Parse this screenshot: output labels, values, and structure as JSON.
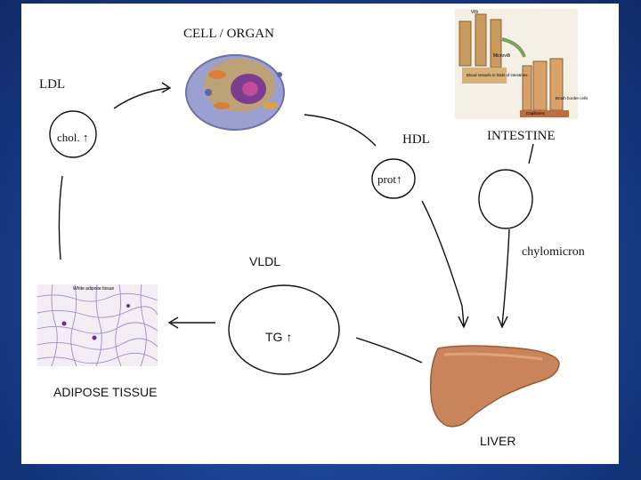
{
  "labels": {
    "cell_organ": "CELL / ORGAN",
    "ldl": "LDL",
    "chol": "chol.",
    "hdl": "HDL",
    "prot": "prot",
    "intestine": "INTESTINE",
    "chylomicron": "chylomicron",
    "vldl": "VLDL",
    "tg": "TG",
    "adipose": "ADIPOSE TISSUE",
    "liver": "LIVER"
  },
  "intestine_image": {
    "villi": "Villi",
    "microvilli": "Microvilli",
    "blood_vessels": "Blood vessels in folds of intestines",
    "brush_border": "Brush border cells",
    "capillaries": "Capillaries"
  },
  "adipose_image": {
    "caption": "White adipose tissue"
  },
  "arrow_glyph": "↑"
}
